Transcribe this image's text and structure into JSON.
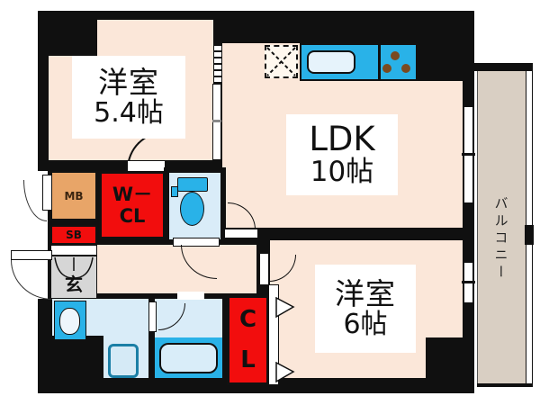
{
  "floorplan": {
    "rooms": {
      "west_room_1": {
        "name": "洋室",
        "size": "5.4帖"
      },
      "ldk": {
        "name": "LDK",
        "size": "10帖"
      },
      "west_room_2": {
        "name": "洋室",
        "size": "6帖"
      }
    },
    "balcony_label": "バルコニー",
    "storage": {
      "wcl_line1": "W－",
      "wcl_line2": "CL",
      "cl_line1": "C",
      "cl_line2": "L"
    },
    "boxes": {
      "mb": "MB",
      "sb": "SB",
      "entrance": "玄"
    },
    "colors": {
      "wall": "#101010",
      "room_floor": "#fbe7d9",
      "wet_area": "#d9ecf8",
      "fixture_blue": "#29b2e8",
      "accent_red": "#f20d0d",
      "meter_box_orange": "#e8a568",
      "balcony_beige": "#d9cfc3",
      "entrance_gray": "#d6d6d6"
    }
  }
}
